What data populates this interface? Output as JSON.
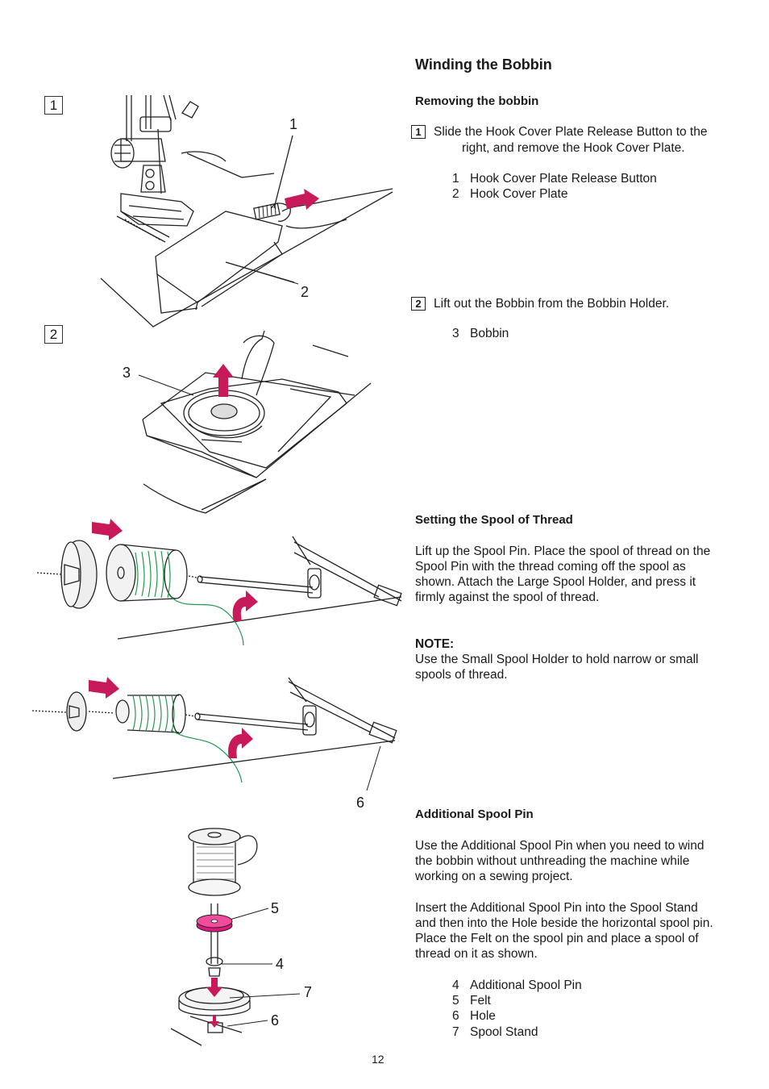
{
  "page": {
    "title": "Winding the Bobbin",
    "page_number": "12"
  },
  "removing": {
    "heading": "Removing the bobbin",
    "step1": {
      "num": "1",
      "line1": "Slide the Hook Cover Plate Release Button to the",
      "line2": "right, and remove the Hook Cover Plate.",
      "items": [
        {
          "n": "1",
          "label": "Hook Cover Plate Release Button"
        },
        {
          "n": "2",
          "label": "Hook Cover Plate"
        }
      ]
    },
    "step2": {
      "num": "2",
      "line1": "Lift out the Bobbin from the Bobbin Holder.",
      "items": [
        {
          "n": "3",
          "label": "Bobbin"
        }
      ]
    }
  },
  "spool": {
    "heading": "Setting the Spool of Thread",
    "lines": [
      "Lift up the Spool Pin. Place the spool of thread on the",
      "Spool Pin with the thread coming off the spool as",
      "shown. Attach the Large Spool Holder, and press it",
      "firmly against the spool of thread."
    ],
    "note_label": "NOTE:",
    "note_lines": [
      "Use the Small Spool Holder to hold narrow or small",
      "spools of thread."
    ]
  },
  "additional": {
    "heading": "Additional Spool Pin",
    "para1": [
      "Use the Additional Spool Pin when you need to wind",
      "the bobbin without unthreading the machine while",
      "working on a sewing project."
    ],
    "para2": [
      "Insert the Additional Spool Pin into the Spool Stand",
      "and then into the Hole beside the horizontal spool pin.",
      "Place the Felt on the spool pin and place a spool of",
      "thread on it as shown."
    ],
    "items": [
      {
        "n": "4",
        "label": "Additional Spool Pin"
      },
      {
        "n": "5",
        "label": "Felt"
      },
      {
        "n": "6",
        "label": "Hole"
      },
      {
        "n": "7",
        "label": "Spool Stand"
      }
    ]
  },
  "figures": {
    "box1": "1",
    "box2": "2",
    "callouts": {
      "c1": "1",
      "c2": "2",
      "c3": "3",
      "c6a": "6",
      "c5": "5",
      "c4": "4",
      "c7": "7",
      "c6b": "6"
    }
  },
  "colors": {
    "arrow": "#c8195a",
    "thread": "#1f9a4e",
    "felt": "#e0187e",
    "line": "#222222"
  }
}
